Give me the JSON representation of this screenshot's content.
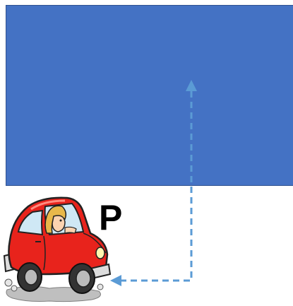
{
  "diagram": {
    "point_label": "P",
    "colors": {
      "block_fill": "#4472c4",
      "block_border": "#2f528f",
      "path_line": "#5b9bd5",
      "car_body": "#e8231c",
      "label": "#000000"
    },
    "shapes": [
      "rectangle",
      "car-illustration",
      "dashed-arrow-path"
    ]
  }
}
